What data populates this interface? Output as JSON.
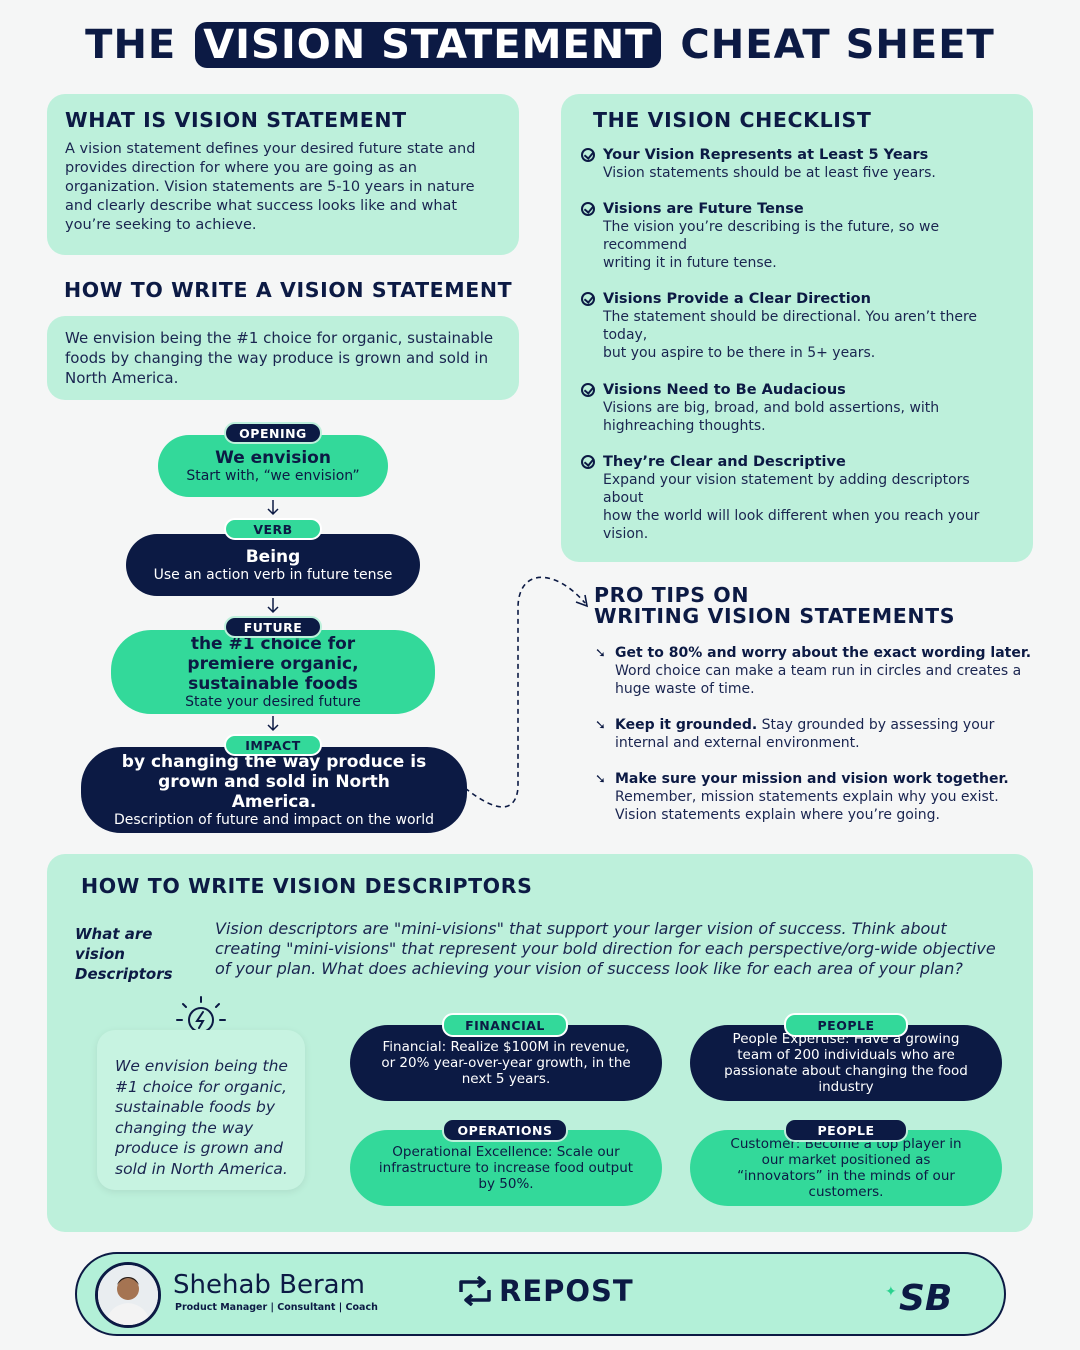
{
  "title": {
    "pre": "THE",
    "highlight": "VISION STATEMENT",
    "post": "CHEAT SHEET"
  },
  "what_is": {
    "heading": "WHAT IS VISION STATEMENT",
    "body": "A vision statement defines your desired future state and provides direction for where you are going as an organization. Vision statements are 5-10 years in nature and clearly describe what success looks like and what you’re seeking to achieve."
  },
  "how_to": {
    "heading": "HOW TO WRITE A VISION STATEMENT",
    "example": "We envision being the #1 choice for organic, sustainable foods by changing the way produce is grown and sold in North America."
  },
  "flow": [
    {
      "tag": "OPENING",
      "main": "We envision",
      "sub": "Start with, “we envision”"
    },
    {
      "tag": "VERB",
      "main": "Being",
      "sub": "Use an action verb in future tense"
    },
    {
      "tag": "FUTURE",
      "main": "the #1 choice for premiere organic, sustainable foods",
      "sub": "State your desired future"
    },
    {
      "tag": "IMPACT",
      "main": "by changing the way produce is grown and sold in North America.",
      "sub": "Description of future and impact on the world"
    }
  ],
  "checklist": {
    "heading": "THE VISION CHECKLIST",
    "items": [
      {
        "title": "Your Vision Represents at Least 5 Years",
        "desc": "Vision statements should be at least five years."
      },
      {
        "title": "Visions are Future Tense",
        "desc": "The vision you’re describing is the future, so we recommend\nwriting it in future tense."
      },
      {
        "title": "Visions Provide a Clear Direction",
        "desc": "The statement should be directional. You aren’t there today,\nbut you aspire to be there in 5+ years."
      },
      {
        "title": "Visions Need to Be Audacious",
        "desc": "Visions are big, broad, and bold assertions, with highreaching thoughts."
      },
      {
        "title": "They’re Clear and Descriptive",
        "desc": "Expand your vision statement by adding descriptors about\nhow the world will look different when you reach your vision."
      }
    ]
  },
  "pro_tips": {
    "heading_line1": "PRO TIPS ON",
    "heading_line2": "WRITING VISION STATEMENTS",
    "items": [
      {
        "bold": "Get to 80% and worry about the exact wording later.",
        "rest": "Word choice can make a team run in circles and creates a huge waste of time."
      },
      {
        "bold": "Keep it grounded.",
        "rest": "Stay grounded by assessing your internal and external environment."
      },
      {
        "bold": "Make sure your mission and vision work together.",
        "rest": "Remember, mission statements explain why you exist. Vision statements explain where you’re going."
      }
    ]
  },
  "descriptors": {
    "heading": "HOW TO WRITE VISION DESCRIPTORS",
    "label": "What are vision Descriptors",
    "intro": "Vision descriptors are \"mini-visions\" that support your larger vision of success. Think about creating \"mini-visions\" that represent your bold direction for each perspective/org-wide objective of your plan. What does achieving your vision of success look like for each area of your plan?",
    "quote": "We envision being the #1 choice for organic, sustainable foods by changing the way produce is grown and sold in North America.",
    "cards": [
      {
        "tag": "FINANCIAL",
        "text": "Financial: Realize $100M in revenue, or 20% year-over-year growth, in the next 5 years."
      },
      {
        "tag": "PEOPLE",
        "text": "People Expertise: Have a growing team of 200 individuals who are passionate about changing the food industry"
      },
      {
        "tag": "OPERATIONS",
        "text": "Operational Excellence: Scale our infrastructure to increase food output by 50%."
      },
      {
        "tag": "PEOPLE",
        "text": "Customer: Become a top player in our market positioned as “innovators” in the minds of our customers."
      }
    ]
  },
  "footer": {
    "name": "Shehab Beram",
    "role": "Product Manager | Consultant | Coach",
    "repost": "REPOST",
    "logo": "SB"
  },
  "colors": {
    "navy": "#0c1a44",
    "mint": "#bdf0db",
    "green": "#33d99a"
  }
}
